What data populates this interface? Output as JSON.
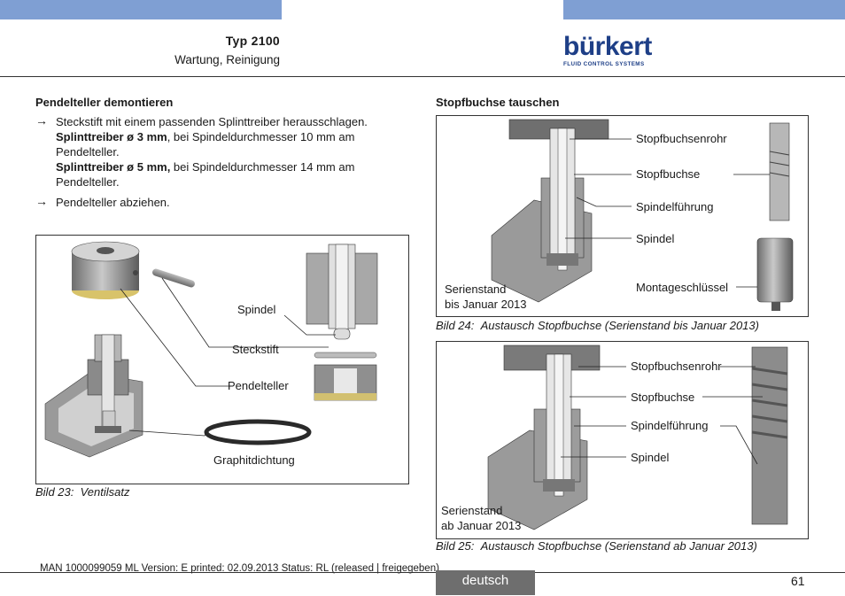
{
  "header": {
    "title": "Typ 2100",
    "subtitle": "Wartung, Reinigung",
    "logo_word": "bürkert",
    "logo_tagline": "FLUID CONTROL SYSTEMS",
    "bar_color": "#7f9fd3",
    "logo_color": "#1e3f87"
  },
  "left": {
    "heading": "Pendelteller demontieren",
    "step1_text": "Steckstift mit einem passenden Splinttreiber herausschlagen.",
    "step1_b1_bold": "Splinttreiber ø 3 mm",
    "step1_b1_rest": ", bei Spindeldurchmesser 10 mm am",
    "step1_b1_line2": "Pendelteller.",
    "step1_b2_bold": "Splinttreiber ø 5 mm,",
    "step1_b2_rest": " bei Spindeldurchmesser 14 mm am",
    "step1_b2_line2": "Pendelteller.",
    "step2_text": "Pendelteller abziehen.",
    "arrow": "→",
    "figure": {
      "labels": {
        "spindel": "Spindel",
        "steckstift": "Steckstift",
        "pendelteller": "Pendelteller",
        "graphitdichtung": "Graphitdichtung"
      },
      "caption_num": "Bild 23:",
      "caption_text": "Ventilsatz"
    }
  },
  "right": {
    "heading": "Stopfbuchse tauschen",
    "fig24": {
      "labels": {
        "rohr": "Stopfbuchsenrohr",
        "buchse": "Stopfbuchse",
        "fuehrung": "Spindelführung",
        "spindel": "Spindel",
        "schluessel": "Montageschlüssel",
        "serie_l1": "Serienstand",
        "serie_l2": "bis Januar 2013"
      },
      "caption_num": "Bild 24:",
      "caption_text": "Austausch Stopfbuchse (Serienstand bis Januar 2013)"
    },
    "fig25": {
      "labels": {
        "rohr": "Stopfbuchsenrohr",
        "buchse": "Stopfbuchse",
        "fuehrung": "Spindelführung",
        "spindel": "Spindel",
        "serie_l1": "Serienstand",
        "serie_l2": "ab Januar 2013"
      },
      "caption_num": "Bild 25:",
      "caption_text": "Austausch Stopfbuchse (Serienstand ab Januar 2013)"
    }
  },
  "footer": {
    "meta": "MAN  1000099059  ML  Version: E  printed: 02.09.2013 Status: RL (released | freigegeben)",
    "language": "deutsch",
    "page_number": "61"
  }
}
